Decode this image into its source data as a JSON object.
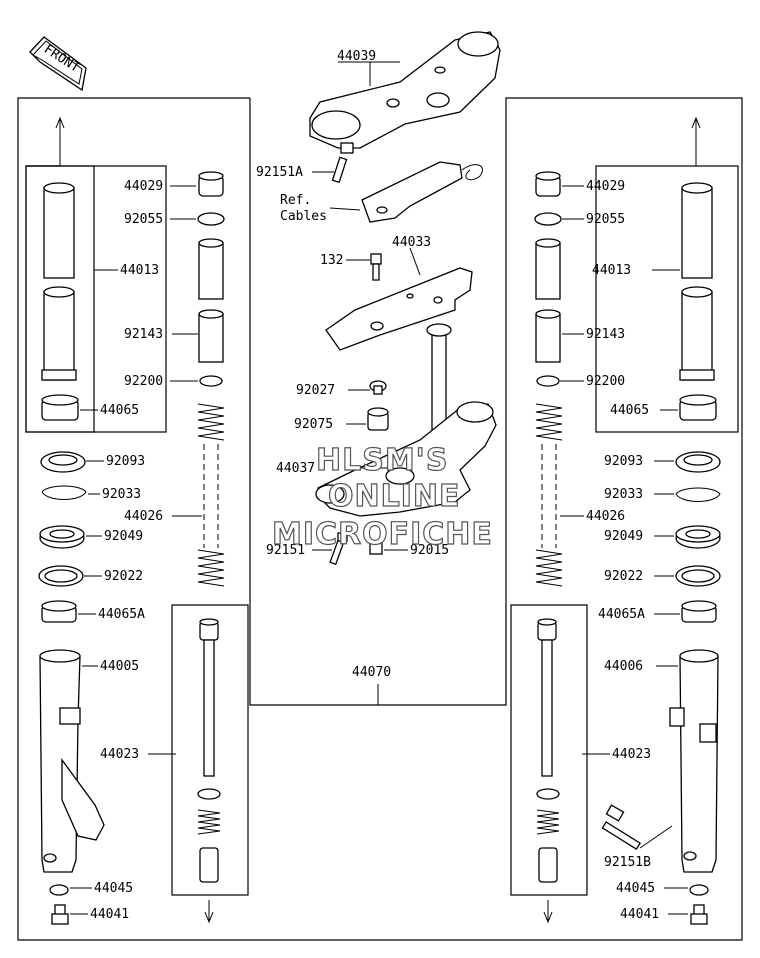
{
  "diagram": {
    "front_badge": "FRONT",
    "ref_label": [
      "Ref.",
      "Cables"
    ],
    "watermark": [
      "HLSM'S",
      "ONLINE",
      "MICROFICHE"
    ],
    "labels": {
      "p44039": "44039",
      "p92151A": "92151A",
      "p44033": "44033",
      "p132": "132",
      "p92027": "92027",
      "p92075": "92075",
      "p44037": "44037",
      "p92151": "92151",
      "p92015": "92015",
      "p44070": "44070",
      "l44029": "44029",
      "l92055": "92055",
      "l44013": "44013",
      "l92143": "92143",
      "l92200": "92200",
      "l44065": "44065",
      "l92093": "92093",
      "l92033": "92033",
      "l44026": "44026",
      "l92049": "92049",
      "l92022": "92022",
      "l44065A": "44065A",
      "l44005": "44005",
      "l44023": "44023",
      "l44045": "44045",
      "l44041": "44041",
      "r44029": "44029",
      "r92055": "92055",
      "r44013": "44013",
      "r92143": "92143",
      "r92200": "92200",
      "r44065": "44065",
      "r92093": "92093",
      "r92033": "92033",
      "r44026": "44026",
      "r92049": "92049",
      "r92022": "92022",
      "r44065A": "44065A",
      "r44006": "44006",
      "r44023": "44023",
      "r92151B": "92151B",
      "r44045": "44045",
      "r44041": "44041"
    }
  }
}
